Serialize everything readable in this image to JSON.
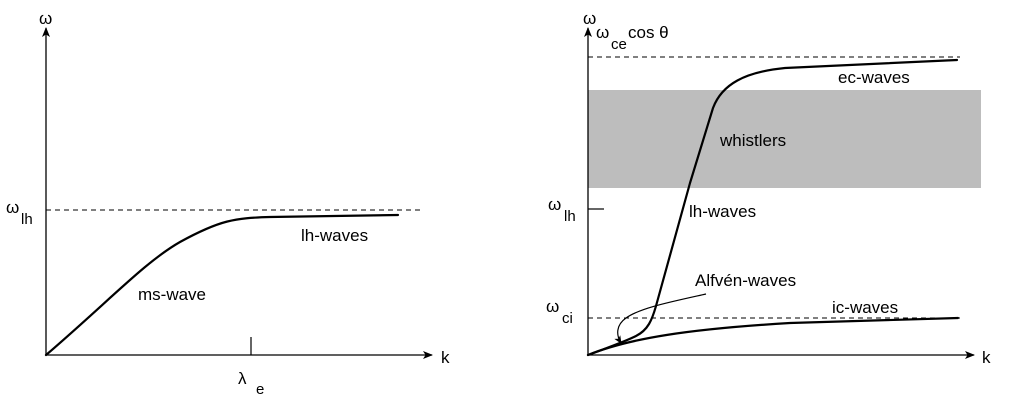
{
  "left_panel": {
    "y_axis_label": "ω",
    "x_axis_label": "k",
    "omega_lh": {
      "symbol": "ω",
      "subscript": "lh"
    },
    "lambda_e": {
      "symbol": "λ",
      "subscript": "e"
    },
    "label_ms_wave": "ms-wave",
    "label_lh_waves": "lh-waves"
  },
  "right_panel": {
    "y_axis_label": "ω",
    "x_axis_label": "k",
    "omega_ce": {
      "symbol": "ω",
      "subscript": "ce",
      "suffix": "cos θ"
    },
    "omega_lh": {
      "symbol": "ω",
      "subscript": "lh"
    },
    "omega_ci": {
      "symbol": "ω",
      "subscript": "ci"
    },
    "label_ec_waves": "ec-waves",
    "label_whistlers": "whistlers",
    "label_lh_waves": "lh-waves",
    "label_alfven_waves": "Alfvén-waves",
    "label_ic_waves": "ic-waves",
    "whistler_band_color": "#bdbdbd"
  }
}
